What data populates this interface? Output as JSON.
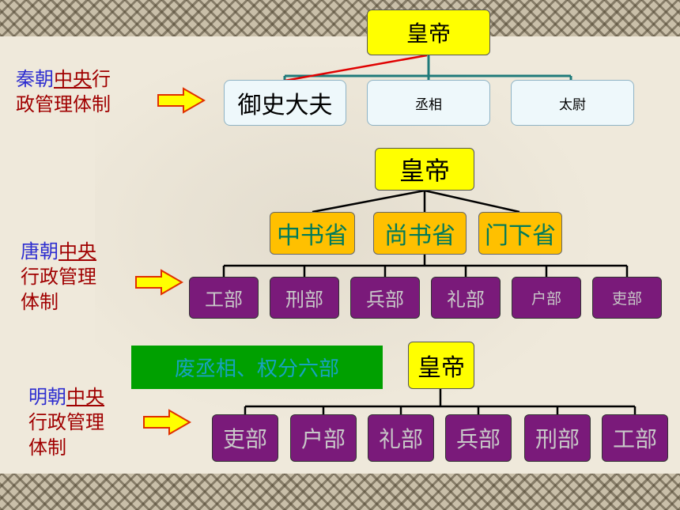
{
  "qin": {
    "label": {
      "dynasty": "秦朝",
      "central": "中央",
      "rest1": "行",
      "line2": "政管理体制"
    },
    "emperor": "皇帝",
    "officials": [
      "御史大夫",
      "丞相",
      "太尉"
    ]
  },
  "tang": {
    "label": {
      "dynasty": "唐朝",
      "central": "中央",
      "line2": "行政管理",
      "line3": "体制"
    },
    "emperor": "皇帝",
    "sheng": [
      "中书省",
      "尚书省",
      "门下省"
    ],
    "bu": [
      "工部",
      "刑部",
      "兵部",
      "礼部",
      "户部",
      "吏部"
    ]
  },
  "ming": {
    "label": {
      "dynasty": "明朝",
      "central": "中央",
      "line2": "行政管理",
      "line3": "体制"
    },
    "note": "废丞相、权分六部",
    "emperor": "皇帝",
    "bu": [
      "吏部",
      "户部",
      "礼部",
      "兵部",
      "刑部",
      "工部"
    ]
  },
  "colors": {
    "emperor": "#ffff00",
    "sheng": "#ffc000",
    "bu": "#7a1a7a",
    "note_bg": "#00a000",
    "arrow": "#ffff00",
    "arrow_border": "#e03000"
  }
}
